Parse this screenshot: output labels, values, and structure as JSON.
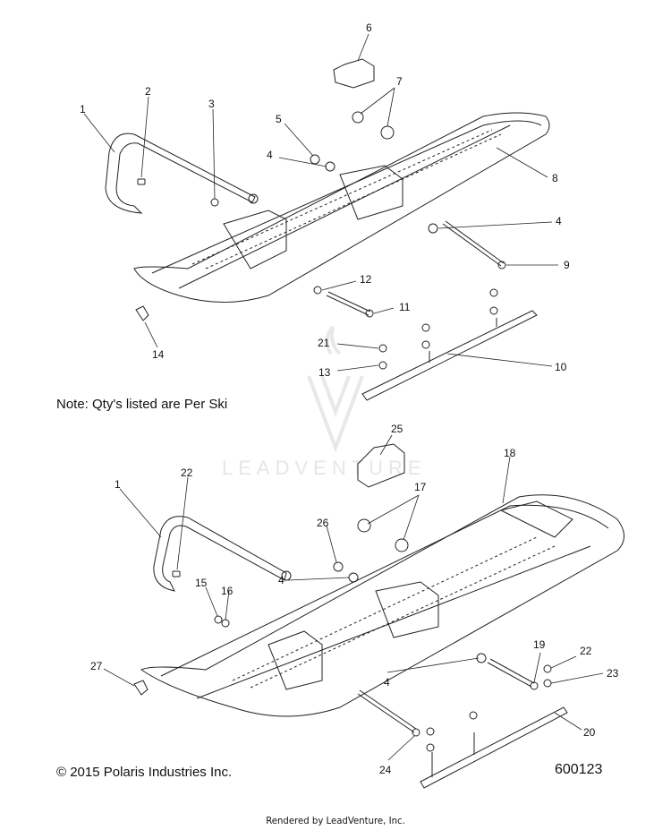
{
  "colors": {
    "line": "#222222",
    "watermark": "#e6e6e6"
  },
  "note": "Note: Qty's listed are Per Ski",
  "copyright": "© 2015 Polaris Industries Inc.",
  "drawing_id": "600123",
  "rendered_by": "Rendered by LeadVenture, Inc.",
  "watermark": "LEADVENTURE",
  "top_callouts": [
    "1",
    "2",
    "3",
    "6",
    "7",
    "5",
    "4",
    "8",
    "4",
    "9",
    "12",
    "11",
    "14",
    "21",
    "13",
    "10"
  ],
  "bottom_callouts": [
    "25",
    "18",
    "1",
    "22",
    "17",
    "26",
    "4",
    "15",
    "16",
    "27",
    "19",
    "22",
    "23",
    "4",
    "24",
    "20"
  ]
}
